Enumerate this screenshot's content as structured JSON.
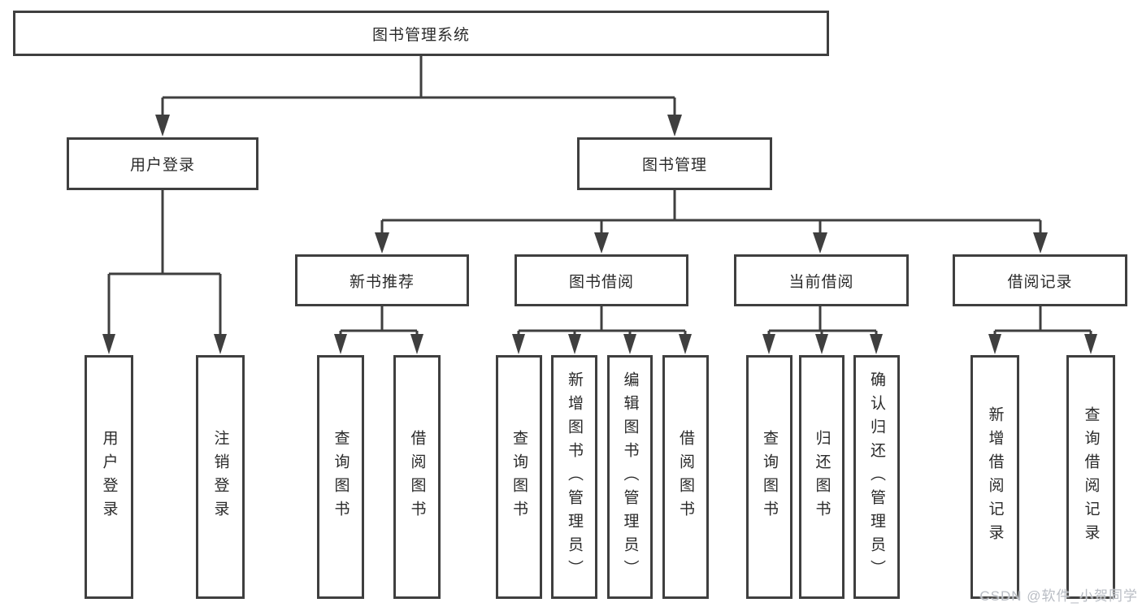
{
  "diagram": {
    "root": {
      "label": "图书管理系统"
    },
    "level2": {
      "user_login": {
        "label": "用户登录"
      },
      "book_mgmt": {
        "label": "图书管理"
      }
    },
    "groups": {
      "user_login": {
        "leaves": [
          "用户登录",
          "注销登录"
        ]
      },
      "new_books": {
        "label": "新书推荐",
        "leaves": [
          "查询图书",
          "借阅图书"
        ]
      },
      "book_borrow": {
        "label": "图书借阅",
        "leaves": [
          "查询图书",
          "新增图书（管理员）",
          "编辑图书（管理员）",
          "借阅图书"
        ]
      },
      "current_borrow": {
        "label": "当前借阅",
        "leaves": [
          "查询图书",
          "归还图书",
          "确认归还（管理员）"
        ]
      },
      "borrow_records": {
        "label": "借阅记录",
        "leaves": [
          "新增借阅记录",
          "查询借阅记录"
        ]
      }
    },
    "colors": {
      "line": "#3f3f3f",
      "text": "#2a2a2a",
      "background": "#ffffff",
      "watermark": "#b9bdc4"
    }
  },
  "watermark": {
    "text": "CSDN @软件_小贺同学"
  }
}
